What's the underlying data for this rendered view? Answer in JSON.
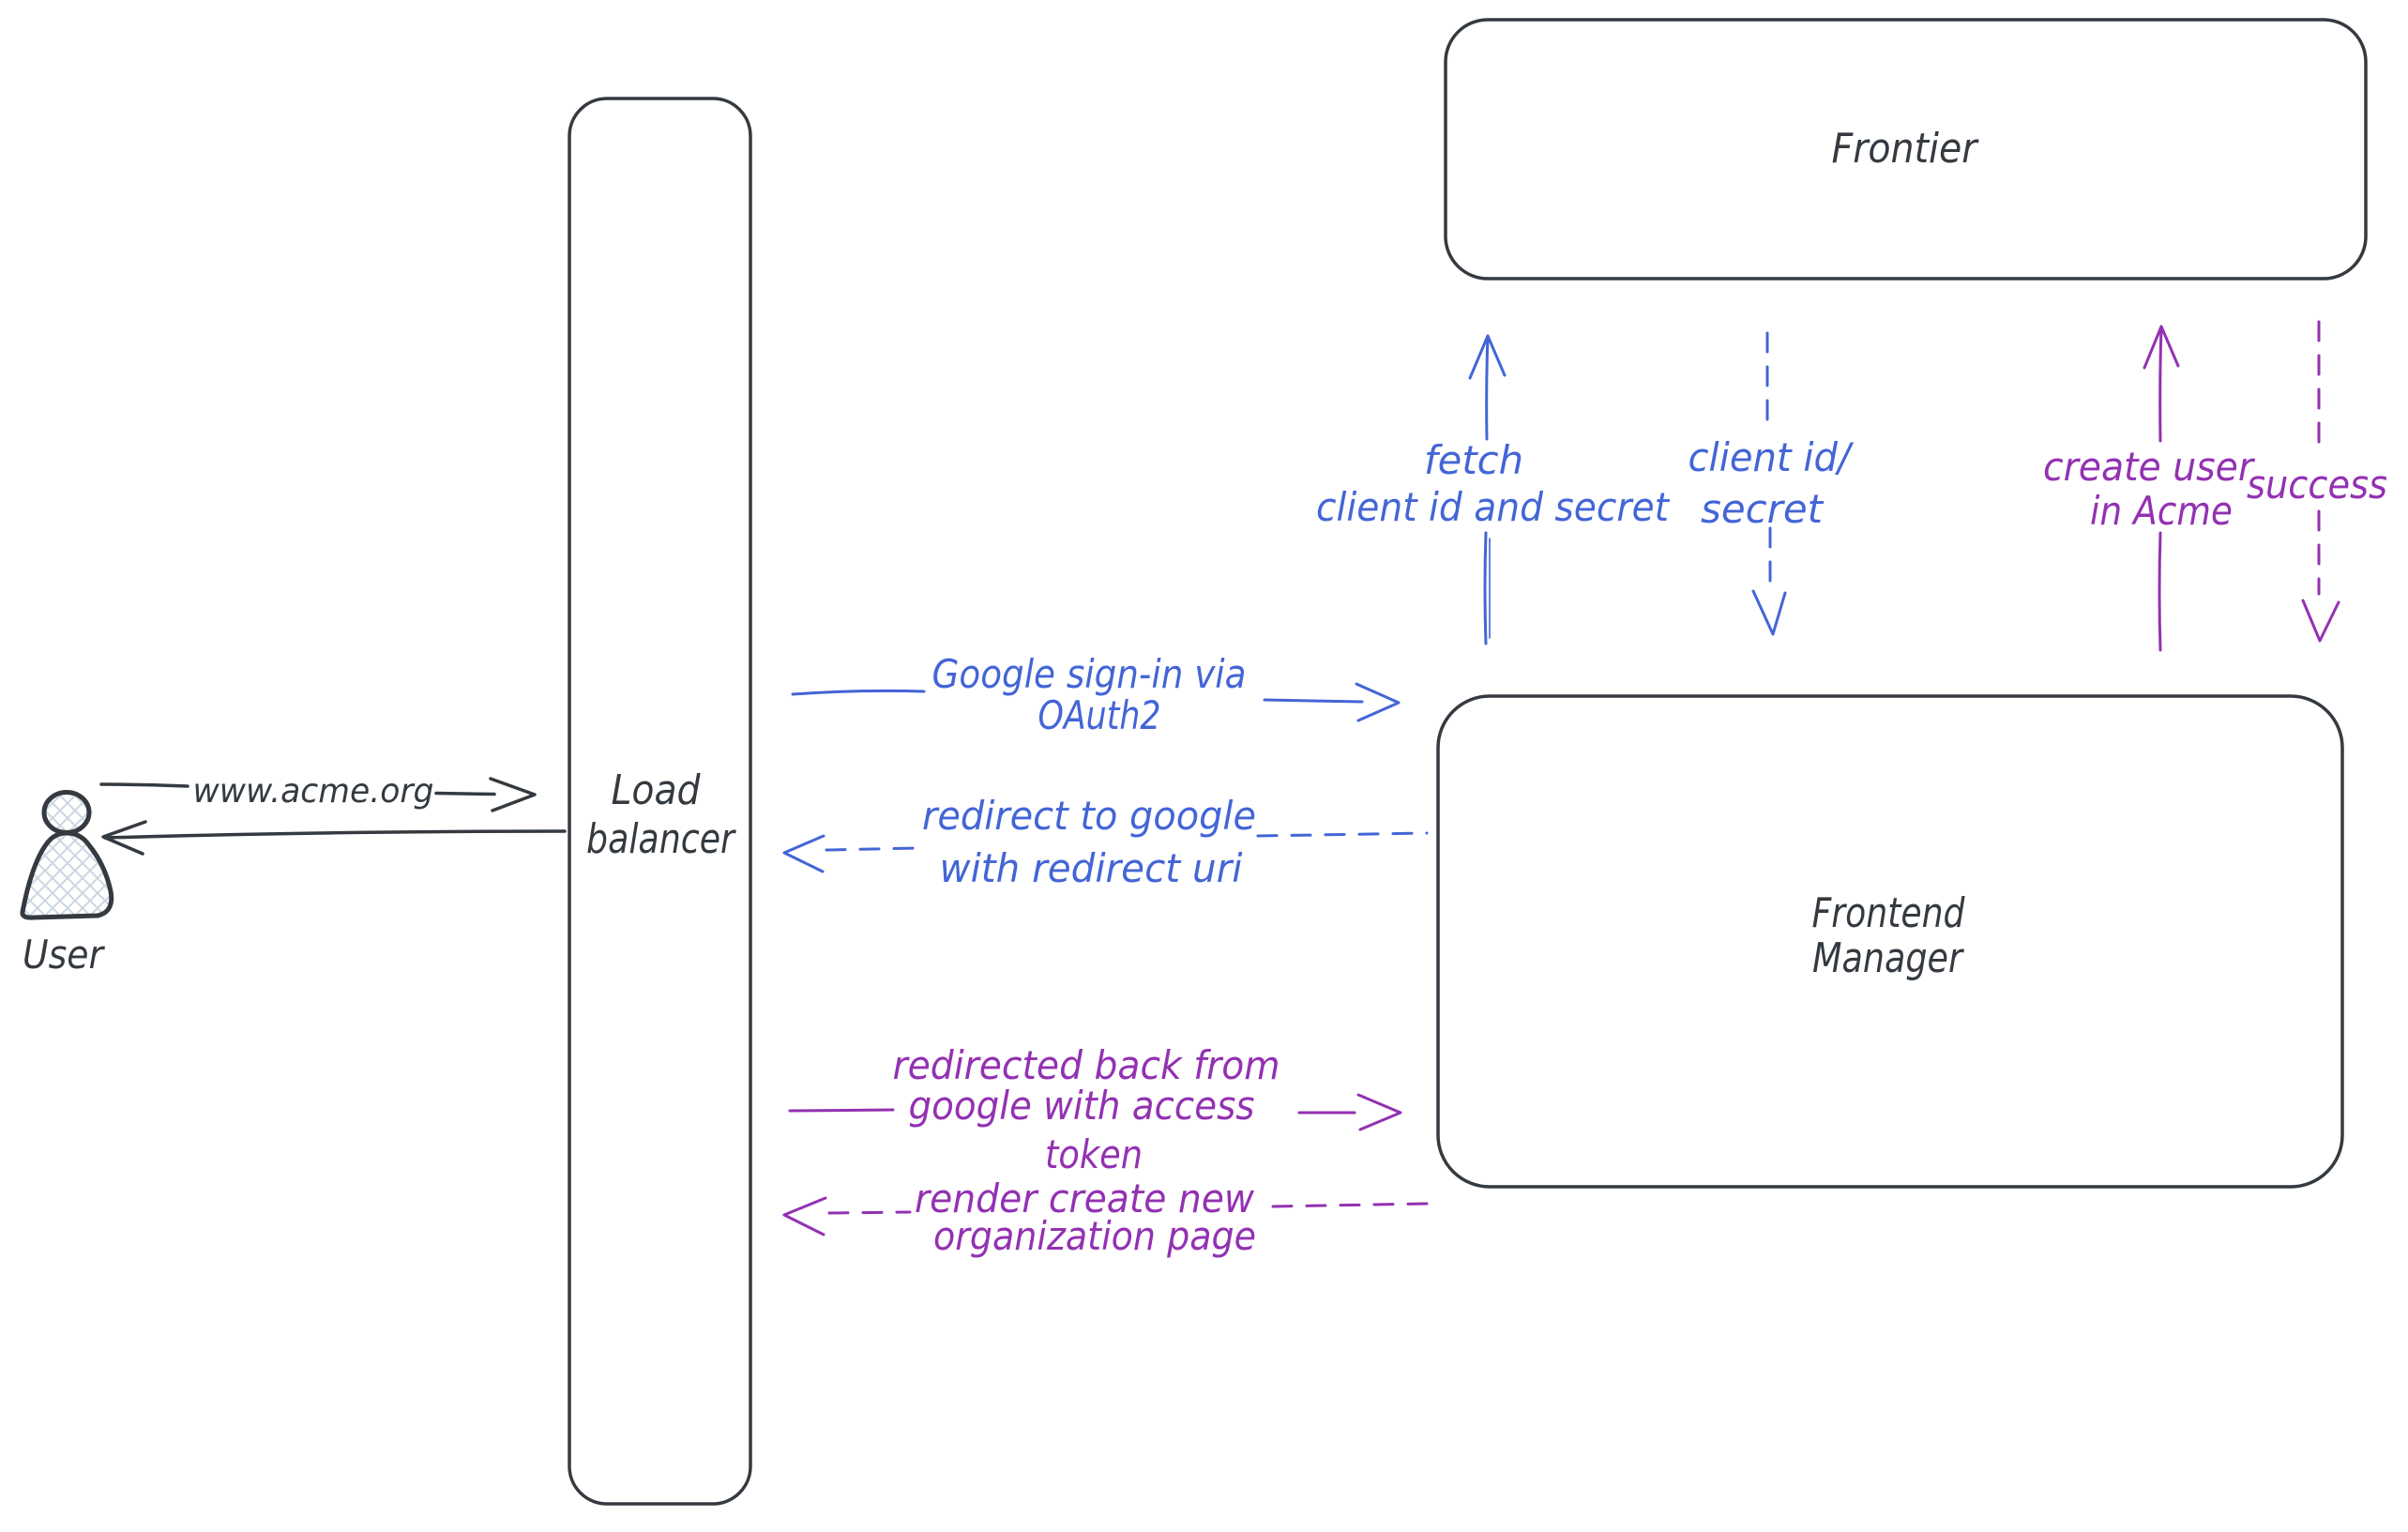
{
  "colors": {
    "ink": "#343a40",
    "blue": "#4365d6",
    "purple": "#9331b2",
    "hatch": "#ccd6e4",
    "bg": "#ffffff"
  },
  "actors": {
    "user": {
      "label": "User"
    },
    "load_balancer": {
      "line1": "Load",
      "line2": "balancer"
    },
    "frontier": {
      "label": "Frontier"
    },
    "frontend_manager": {
      "line1": "Frontend",
      "line2": "Manager"
    }
  },
  "flows": {
    "user_to_lb": {
      "label": "www.acme.org",
      "style": "solid",
      "direction": "right"
    },
    "lb_to_user": {
      "style": "solid",
      "direction": "left"
    },
    "google_signin": {
      "line1": "Google sign-in via",
      "line2": "OAuth2",
      "style": "solid",
      "direction": "right"
    },
    "redirect_google": {
      "line1": "redirect to google",
      "line2": "with redirect uri",
      "style": "dashed",
      "direction": "left"
    },
    "redirected_back": {
      "line1": "redirected back from",
      "line2": "google with access",
      "line3": "token",
      "style": "solid",
      "direction": "right"
    },
    "render_org_page": {
      "line1": "render create new",
      "line2": "organization page",
      "style": "dashed",
      "direction": "left"
    },
    "fetch_secret": {
      "line1": "fetch",
      "line2": "client id and secret",
      "style": "solid",
      "direction": "up"
    },
    "client_id_secret": {
      "line1": "client id/",
      "line2": "secret",
      "style": "dashed",
      "direction": "down"
    },
    "create_user": {
      "line1": "create user",
      "line2": "in Acme",
      "style": "solid",
      "direction": "up"
    },
    "success": {
      "label": "success",
      "style": "dashed",
      "direction": "down"
    }
  }
}
